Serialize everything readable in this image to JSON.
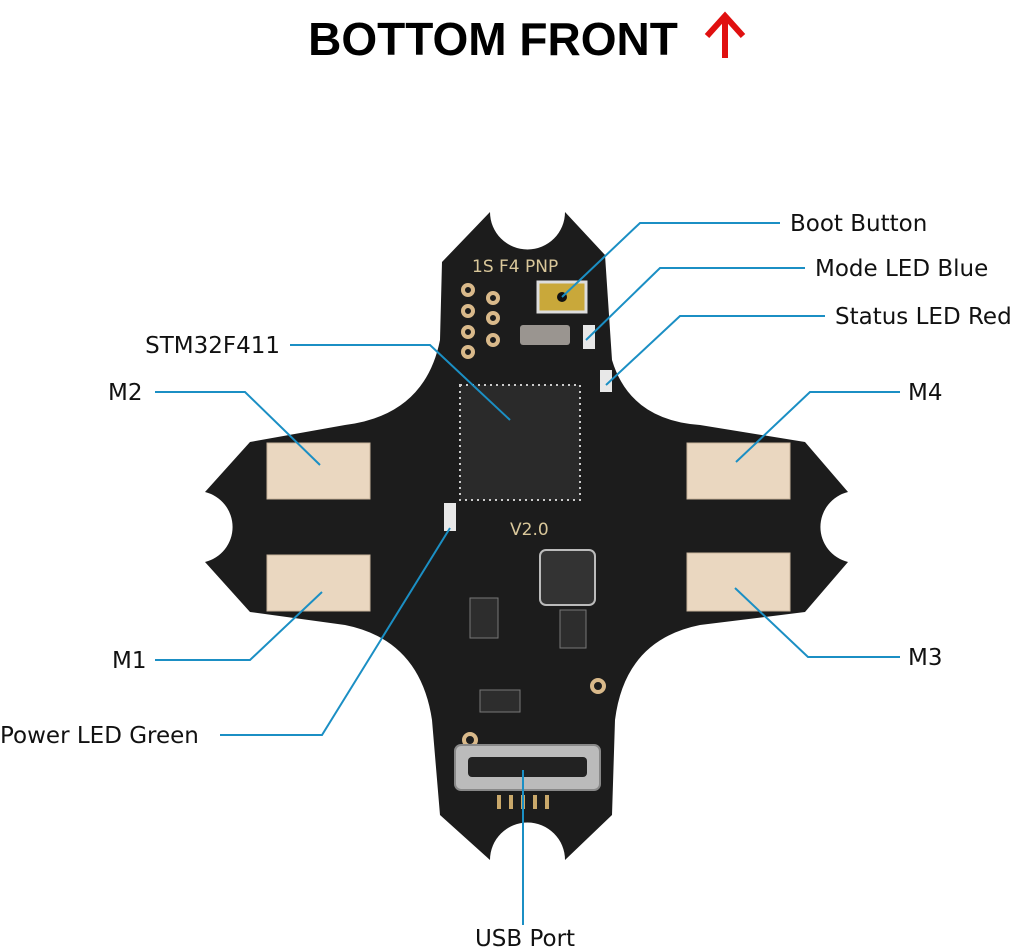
{
  "title": {
    "text": "BOTTOM FRONT",
    "arrow_icon": "red-up-arrow",
    "arrow_color": "#e01010"
  },
  "board": {
    "silkscreen": "1S F4 PNP",
    "version": "V2.0"
  },
  "labels": {
    "boot_button": "Boot Button",
    "mode_led": "Mode LED Blue",
    "status_led": "Status LED Red",
    "mcu": "STM32F411",
    "m1": "M1",
    "m2": "M2",
    "m3": "M3",
    "m4": "M4",
    "power_led": "Power LED Green",
    "usb_port": "USB Port"
  },
  "colors": {
    "leader": "#1b8fc4",
    "pcb": "#1c1c1c",
    "connector": "#ead7c0"
  }
}
